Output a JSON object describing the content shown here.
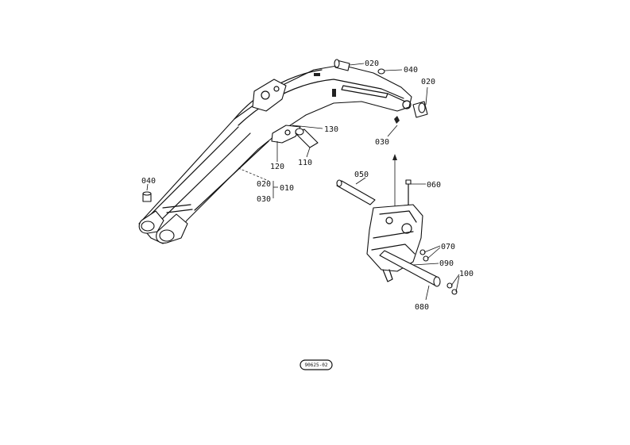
{
  "diagram": {
    "callouts": {
      "c020_top": "020",
      "c040_top": "040",
      "c020_right": "020",
      "c030_right": "030",
      "c130": "130",
      "c110": "110",
      "c120": "120",
      "c040_left": "040",
      "c020_mid": "020",
      "c010": "010",
      "c030_mid": "030",
      "c050": "050",
      "c060": "060",
      "c070": "070",
      "c090": "090",
      "c100": "100",
      "c080": "080"
    },
    "reference_code": "90625-02"
  }
}
